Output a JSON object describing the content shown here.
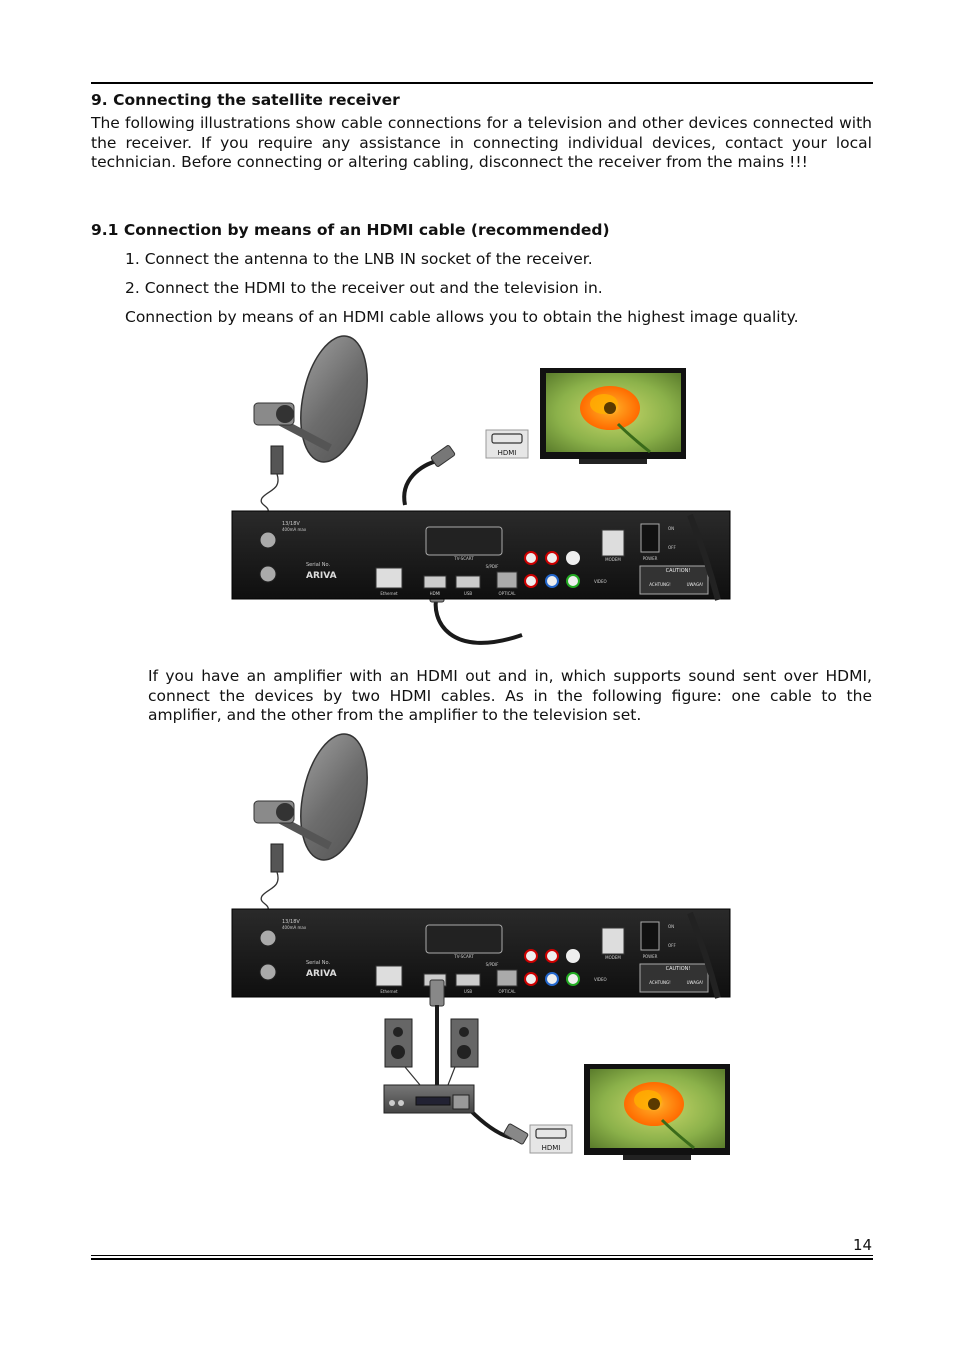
{
  "section": {
    "title": "9. Connecting the satellite receiver",
    "intro": "The following illustrations show cable connections for a television and other devices connected with the receiver. If you require any assistance in connecting individual devices, contact your local technician. Before connecting or altering cabling, disconnect the receiver from the mains !!!"
  },
  "subsection": {
    "title": "9.1 Connection by means of an HDMI cable (recommended)",
    "steps": [
      "1. Connect the antenna to the LNB IN socket of the receiver.",
      "2. Connect the HDMI to the receiver out and the television in."
    ],
    "note": "Connection by means of an HDMI cable allows you to obtain the highest image quality.",
    "amplifier_text": "If you have an amplifier with an HDMI out and in, which supports sound sent over HDMI, connect the devices by two HDMI cables. As in the following figure: one cable to the amplifier, and the other from the amplifier to the television set."
  },
  "figure": {
    "hdmi_logo": "HDMI",
    "receiver": {
      "brand": "ARIVA",
      "serial_label": "Serial No.",
      "voltage": "13/18V",
      "current": "400mA max",
      "ethernet": "Ethernet",
      "hdmi": "HDMI",
      "usb": "USB",
      "optical": "OPTICAL",
      "scart": "TV-SCART",
      "spdif": "S/PDIF",
      "video": "VIDEO",
      "modem": "MODEM",
      "power": "POWER",
      "on": "ON",
      "off": "OFF",
      "caution": "CAUTION!",
      "achtung": "ACHTUNG!",
      "uwaga": "UWAGA!"
    },
    "icons": [
      "satellite-dish-icon",
      "television-icon",
      "hdmi-cable-icon",
      "speaker-icon",
      "amplifier-icon"
    ]
  },
  "footer": {
    "page_number": "14"
  }
}
